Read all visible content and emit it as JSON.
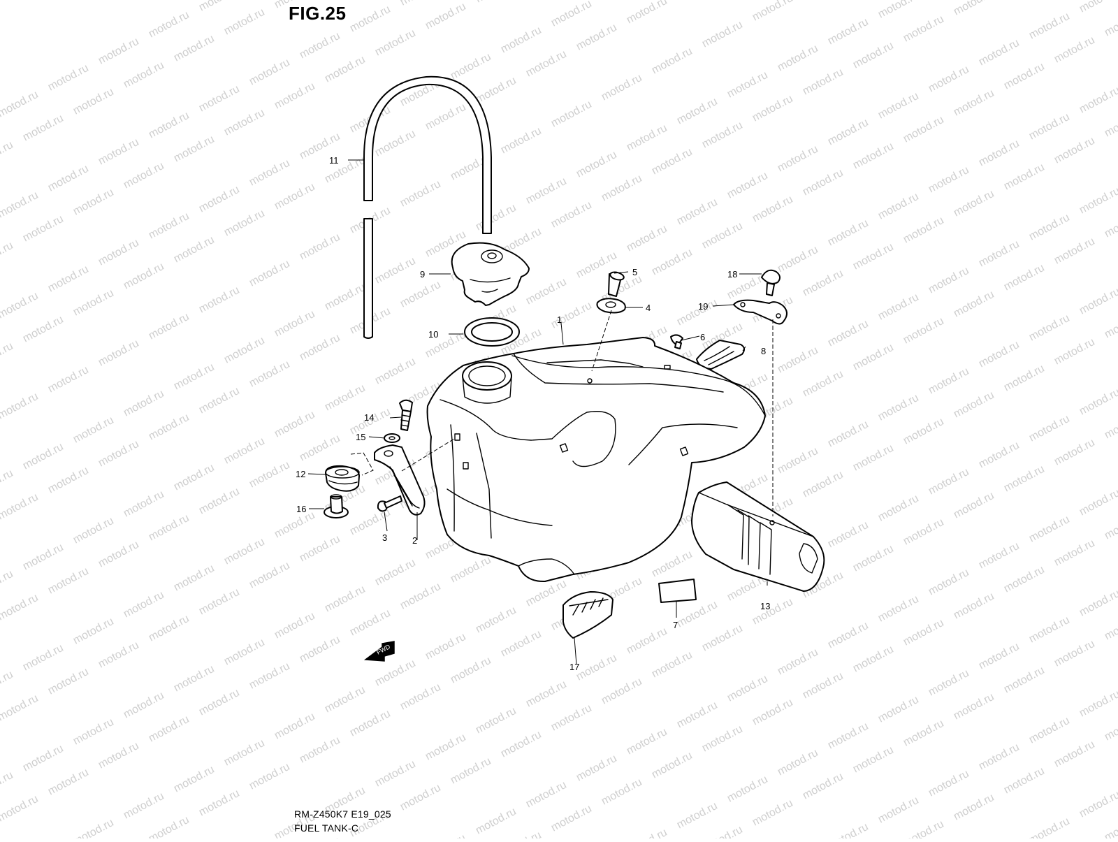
{
  "figure": {
    "title": "FIG.25",
    "model_code": "RM-Z450K7 E19_025",
    "section_name": "FUEL TANK-C"
  },
  "watermark": {
    "text": "motod.ru",
    "color": "#cfcfcf"
  },
  "parts": [
    {
      "ref": "1",
      "part": "fuel-tank"
    },
    {
      "ref": "2",
      "part": "tank-bracket"
    },
    {
      "ref": "3",
      "part": "bolt"
    },
    {
      "ref": "4",
      "part": "washer"
    },
    {
      "ref": "5",
      "part": "bolt"
    },
    {
      "ref": "6",
      "part": "screw"
    },
    {
      "ref": "7",
      "part": "label"
    },
    {
      "ref": "8",
      "part": "clip"
    },
    {
      "ref": "9",
      "part": "fuel-cap"
    },
    {
      "ref": "10",
      "part": "gasket"
    },
    {
      "ref": "11",
      "part": "breather-hose"
    },
    {
      "ref": "12",
      "part": "cushion"
    },
    {
      "ref": "13",
      "part": "side-cover"
    },
    {
      "ref": "14",
      "part": "bolt"
    },
    {
      "ref": "15",
      "part": "washer"
    },
    {
      "ref": "16",
      "part": "collar"
    },
    {
      "ref": "17",
      "part": "pad"
    },
    {
      "ref": "18",
      "part": "bolt"
    },
    {
      "ref": "19",
      "part": "plate"
    }
  ],
  "fwd_badge": {
    "text": "FWD"
  }
}
